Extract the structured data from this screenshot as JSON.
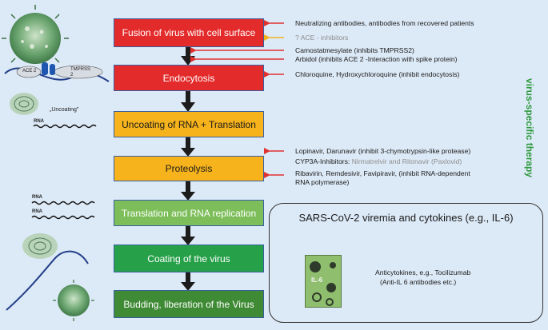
{
  "colors": {
    "background": "#dce9f6",
    "red": "#e42b2b",
    "orange": "#f6b31c",
    "light_green": "#7dbe5a",
    "mid_green": "#27a04a",
    "dark_green": "#3f8a35",
    "arrow_red": "#e03030",
    "arrow_yellow": "#f2b21d",
    "therapy_green": "#2e9a3e"
  },
  "steps": [
    {
      "label": "Fusion of virus with cell surface",
      "color": "red"
    },
    {
      "label": "Endocytosis",
      "color": "red"
    },
    {
      "label": "Uncoating of RNA + Translation",
      "color": "orange"
    },
    {
      "label": "Proteolysis",
      "color": "orange"
    },
    {
      "label": "Translation and RNA replication",
      "color": "light_green"
    },
    {
      "label": "Coating of the virus",
      "color": "mid_green"
    },
    {
      "label": "Budding, liberation of the Virus",
      "color": "dark_green"
    }
  ],
  "annotations": {
    "neutralizing": "Neutralizing antibodies, antibodies from recovered patients",
    "ace_inhibitors": "? ACE - inhibitors",
    "camostat": "Camostatmesylate (inhibits TMPRSS2)",
    "arbidol": "Arbidol (inhibits ACE 2 -Interaction with spike protein)",
    "chloroquine": "Chloroquine, Hydroxychloroquine (inhibit endocytosis)",
    "lopinavir": "Lopinavir, Darunavir  (inhibit 3-chymotrypsin-like protease)",
    "cyp3a_prefix": "CYP3A-Inhibitors: ",
    "cyp3a_drugs": "Nirmatrelvir and Ritonavir (Paxlovid)",
    "ribavirin_line1": "Ribavirin, Remdesivir, Favipiravir, (inhibit RNA-dependent",
    "ribavirin_line2": "RNA polymerase)"
  },
  "side_label": "virus-specific therapy",
  "left_labels": {
    "ace2": "ACE 2",
    "tmprss2": "TMPRSS 2",
    "uncoating": "„Uncoating\"",
    "rna1": "RNA",
    "rna2": "RNA",
    "rna3": "RNA"
  },
  "viremia": {
    "title": "SARS-CoV-2 viremia and cytokines (e.g., IL-6)",
    "anticytokines_line1": "Anticytokines, e.g.,  Tocilizumab",
    "anticytokines_line2": "(Anti-IL 6 antibodies etc.)",
    "image_text": "IL-6"
  }
}
